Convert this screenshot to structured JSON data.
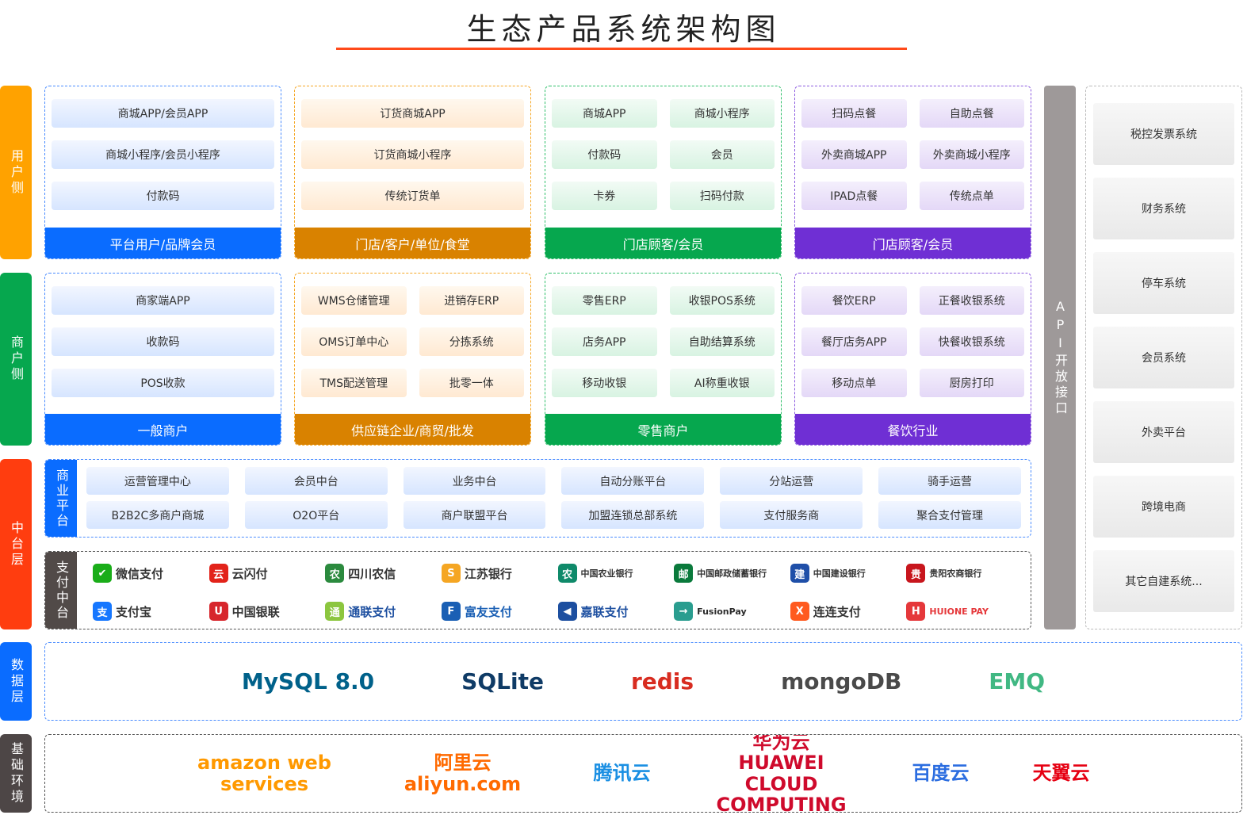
{
  "title": "生态产品系统架构图",
  "colors": {
    "user_side": "#ffa200",
    "merchant_side": "#06a74e",
    "middle": "#ff3d0f",
    "data": "#0a6cff",
    "infra": "#4d4646",
    "api": "#9e9999",
    "blue": "#0a6cff",
    "brown": "#d98200",
    "green": "#06a74e",
    "purple": "#6f2fd4",
    "pay_label": "#514a48"
  },
  "side_labels": {
    "user": "用户侧",
    "merchant": "商户侧",
    "middle": "中台层",
    "data": "数据层",
    "infra": "基础环境"
  },
  "user_row": [
    {
      "items": [
        "商城APP/会员APP",
        "商城小程序/会员小程序",
        "付款码"
      ],
      "footer": "平台用户/品牌会员",
      "cols": 1,
      "theme": "blue"
    },
    {
      "items": [
        "订货商城APP",
        "订货商城小程序",
        "传统订货单"
      ],
      "footer": "门店/客户/单位/食堂",
      "cols": 1,
      "theme": "orange"
    },
    {
      "items": [
        "商城APP",
        "商城小程序",
        "付款码",
        "会员",
        "卡券",
        "扫码付款"
      ],
      "footer": "门店顾客/会员",
      "cols": 2,
      "theme": "green"
    },
    {
      "items": [
        "扫码点餐",
        "自助点餐",
        "外卖商城APP",
        "外卖商城小程序",
        "IPAD点餐",
        "传统点单"
      ],
      "footer": "门店顾客/会员",
      "cols": 2,
      "theme": "purple"
    }
  ],
  "merchant_row": [
    {
      "items": [
        "商家端APP",
        "收款码",
        "POS收款"
      ],
      "footer": "一般商户",
      "cols": 1,
      "theme": "blue"
    },
    {
      "items": [
        "WMS仓储管理",
        "进销存ERP",
        "OMS订单中心",
        "分拣系统",
        "TMS配送管理",
        "批零一体"
      ],
      "footer": "供应链企业/商贸/批发",
      "cols": 2,
      "theme": "orange"
    },
    {
      "items": [
        "零售ERP",
        "收银POS系统",
        "店务APP",
        "自助结算系统",
        "移动收银",
        "AI称重收银"
      ],
      "footer": "零售商户",
      "cols": 2,
      "theme": "green"
    },
    {
      "items": [
        "餐饮ERP",
        "正餐收银系统",
        "餐厅店务APP",
        "快餐收银系统",
        "移动点单",
        "厨房打印"
      ],
      "footer": "餐饮行业",
      "cols": 2,
      "theme": "purple"
    }
  ],
  "business_platform": {
    "label": "商业平台",
    "items": [
      "运营管理中心",
      "会员中台",
      "业务中台",
      "自动分账平台",
      "分站运营",
      "骑手运营",
      "B2B2C多商户商城",
      "O2O平台",
      "商户联盟平台",
      "加盟连锁总部系统",
      "支付服务商",
      "聚合支付管理"
    ]
  },
  "payment_platform": {
    "label": "支付中台",
    "logos": [
      {
        "name": "微信支付",
        "icon": "✔",
        "color": "#1aad19",
        "text_color": "#333"
      },
      {
        "name": "云闪付",
        "icon": "云",
        "color": "#e2231a",
        "text_color": "#333"
      },
      {
        "name": "四川农信",
        "icon": "农",
        "color": "#2b8a3e",
        "text_color": "#333"
      },
      {
        "name": "江苏银行",
        "icon": "S",
        "color": "#f5a623",
        "text_color": "#333"
      },
      {
        "name": "中国农业银行",
        "icon": "农",
        "color": "#0f8a6a",
        "text_color": "#333"
      },
      {
        "name": "中国邮政储蓄银行",
        "icon": "邮",
        "color": "#0a7a3c",
        "text_color": "#333"
      },
      {
        "name": "中国建设银行",
        "icon": "建",
        "color": "#1f4fa8",
        "text_color": "#333"
      },
      {
        "name": "贵阳农商银行",
        "icon": "贵",
        "color": "#c8161d",
        "text_color": "#333"
      },
      {
        "name": "支付宝",
        "icon": "支",
        "color": "#1677ff",
        "text_color": "#333"
      },
      {
        "name": "中国银联",
        "icon": "U",
        "color": "#d7262c",
        "text_color": "#333"
      },
      {
        "name": "通联支付",
        "icon": "通",
        "color": "#8cc63f",
        "text_color": "#1d4fa0"
      },
      {
        "name": "富友支付",
        "icon": "F",
        "color": "#1a5fb4",
        "text_color": "#1a5fb4"
      },
      {
        "name": "嘉联支付",
        "icon": "◀",
        "color": "#1d4fa0",
        "text_color": "#1d4fa0"
      },
      {
        "name": "FusionPay",
        "icon": "→",
        "color": "#2a9d8f",
        "text_color": "#2b2b2b"
      },
      {
        "name": "连连支付",
        "icon": "X",
        "color": "#ff5a1f",
        "text_color": "#333"
      },
      {
        "name": "HUIONE PAY",
        "icon": "H",
        "color": "#e5383b",
        "text_color": "#e5383b"
      }
    ]
  },
  "api_label": "API开放接口",
  "right_systems": [
    "税控发票系统",
    "财务系统",
    "停车系统",
    "会员系统",
    "外卖平台",
    "跨境电商",
    "其它自建系统..."
  ],
  "data_layer": [
    {
      "name": "MySQL 8.0",
      "color": "#00618a"
    },
    {
      "name": "SQLite",
      "color": "#0f3b66"
    },
    {
      "name": "redis",
      "color": "#d82c20"
    },
    {
      "name": "mongoDB",
      "color": "#4a4a4a"
    },
    {
      "name": "EMQ",
      "color": "#41b883"
    }
  ],
  "infra_layer": [
    {
      "name": "amazon web services",
      "color": "#ff9900"
    },
    {
      "name": "阿里云 aliyun.com",
      "color": "#ff6a00"
    },
    {
      "name": "腾讯云",
      "color": "#1a8fe3"
    },
    {
      "name": "华为云 HUAWEI CLOUD COMPUTING",
      "color": "#cf0a2c"
    },
    {
      "name": "百度云",
      "color": "#2b6de0"
    },
    {
      "name": "天翼云",
      "color": "#e60012"
    }
  ]
}
